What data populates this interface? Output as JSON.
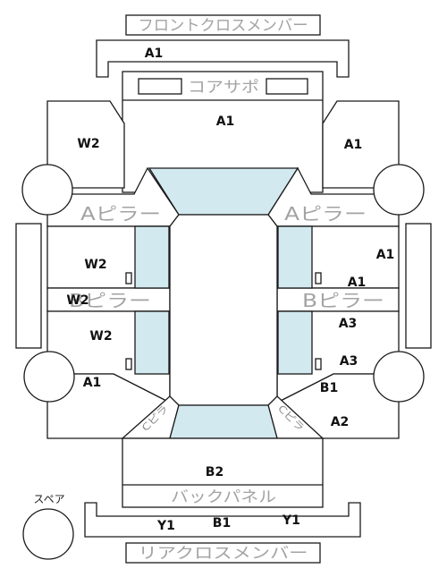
{
  "parts": {
    "front_cross_member": "フロントクロスメンバー",
    "core_support": "コアサポ",
    "a_pillar_left": "Aピラー",
    "a_pillar_right": "Aピラー",
    "b_pillar_left": "Bピラー",
    "b_pillar_right": "Bピラー",
    "c_left": "Cピラ",
    "c_right": "Cピラ",
    "back_panel": "バックパネル",
    "rear_cross_member": "リアクロスメンバー",
    "spare": "スペア"
  },
  "codes": {
    "front_member": "A1",
    "hood": "A1",
    "left_front_fender": "W2",
    "right_front_fender": "A1",
    "left_front_door": "W2",
    "left_b_pillar": "W2",
    "left_rear_door": "W2",
    "left_rear_quarter": "A1",
    "right_front_door": "A1",
    "right_front_door_lower": "A1",
    "right_b_pillar": "A3",
    "right_rear_door": "A3",
    "right_rear_quarter_upper": "B1",
    "right_rear_quarter": "A2",
    "trunk": "B2",
    "rear_member_left": "Y1",
    "rear_member_center": "B1",
    "rear_member_right": "Y1"
  }
}
